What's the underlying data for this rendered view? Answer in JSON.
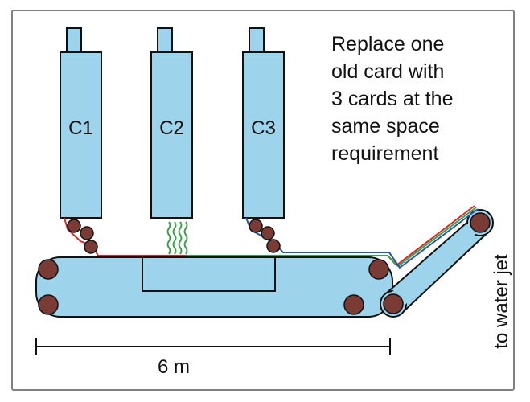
{
  "diagram": {
    "cards": [
      {
        "label": "C1"
      },
      {
        "label": "C2"
      },
      {
        "label": "C3"
      }
    ],
    "note_lines": [
      "Replace one",
      "old card with",
      "3 cards at the",
      "same space",
      "requirement"
    ],
    "dimension_label": "6 m",
    "outlet_label": "to water jet",
    "colors": {
      "machine_fill": "#9dd4ec",
      "roller": "#7a3b35",
      "web_red": "#d62b2b",
      "web_green": "#3aa34a",
      "web_blue": "#2d56a8",
      "outline": "#111111"
    }
  }
}
